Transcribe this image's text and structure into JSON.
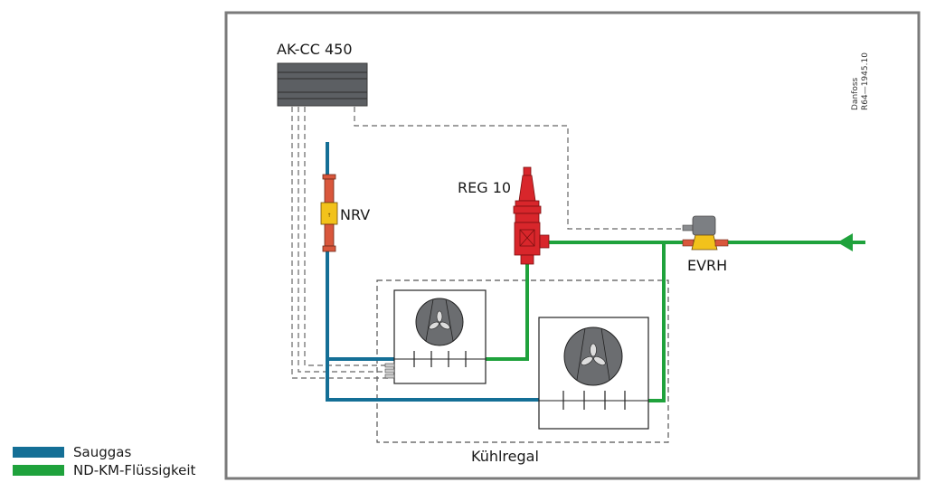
{
  "diagram": {
    "controller": {
      "label": "AK-CC 450"
    },
    "reference": {
      "line1": "Danfoss",
      "line2": "R64—1945.10"
    },
    "components": {
      "nrv": {
        "label": "NRV"
      },
      "reg": {
        "label": "REG 10"
      },
      "evrh": {
        "label": "EVRH"
      }
    },
    "cabinet": {
      "label": "Kühlregal"
    }
  },
  "legend": {
    "items": [
      {
        "label": "Sauggas",
        "color": "#146f96"
      },
      {
        "label": "ND-KM-Flüssigkeit",
        "color": "#1fa23c"
      }
    ]
  },
  "colors": {
    "suction": "#146f96",
    "liquid": "#1fa23c",
    "frame": "#7a7a7a",
    "controller": "#5c5f63",
    "valve_red": "#d8262b",
    "valve_copper": "#d9573c",
    "valve_brass": "#f2c21b",
    "fan": "#6b6d70"
  }
}
